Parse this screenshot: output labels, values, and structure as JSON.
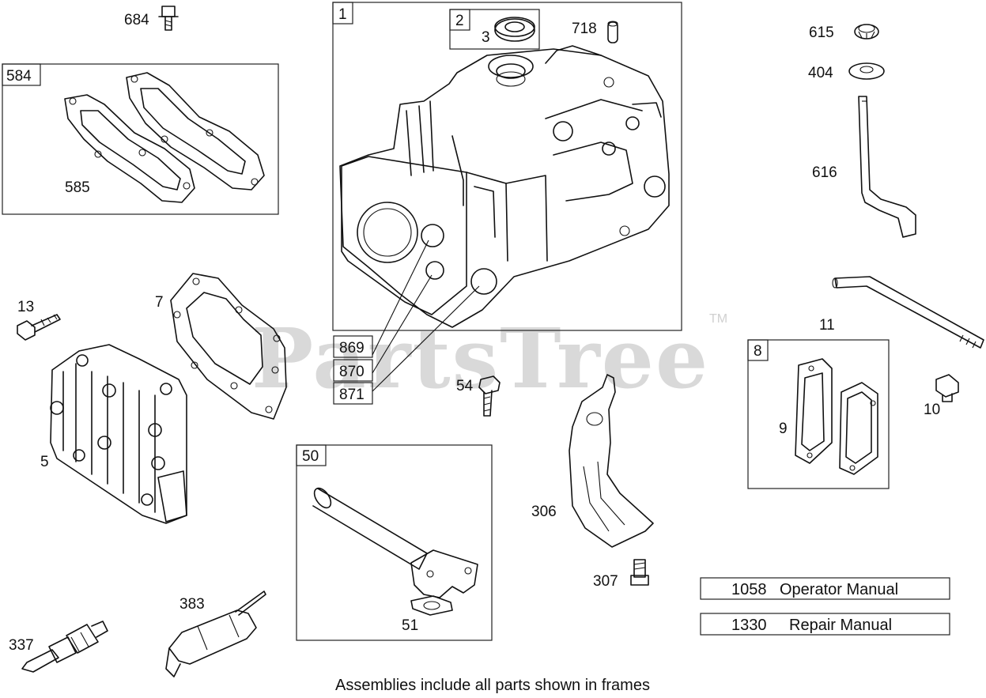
{
  "watermark": {
    "text": "PartsTree",
    "trademark": "TM"
  },
  "footer_note": "Assemblies include all parts shown in frames",
  "manuals": [
    {
      "number": "1058",
      "name": "Operator Manual"
    },
    {
      "number": "1330",
      "name": "Repair Manual"
    }
  ],
  "frames": {
    "cylinder": "1",
    "seal": "2",
    "gasket_set": "584",
    "breather": "8",
    "dipstick_tube": "50"
  },
  "parts": {
    "p684": "684",
    "p3": "3",
    "p718": "718",
    "p615": "615",
    "p404": "404",
    "p616": "616",
    "p585": "585",
    "p869": "869",
    "p870": "870",
    "p871": "871",
    "p11": "11",
    "p13": "13",
    "p7": "7",
    "p5": "5",
    "p54": "54",
    "p9": "9",
    "p10": "10",
    "p306": "306",
    "p307": "307",
    "p51": "51",
    "p383": "383",
    "p337": "337"
  }
}
